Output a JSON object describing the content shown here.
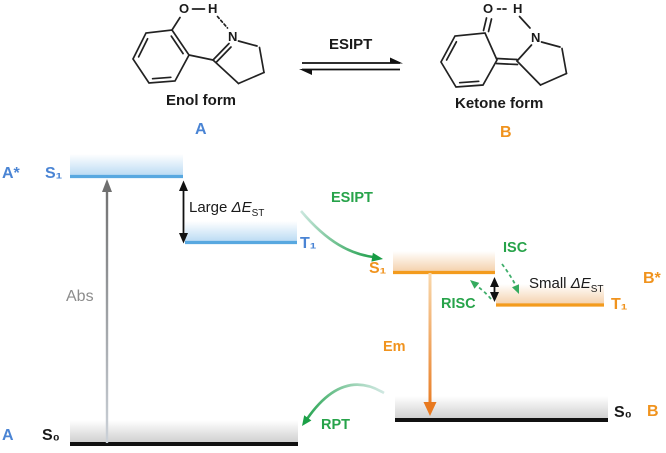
{
  "colors": {
    "blue": "#4a84d4",
    "blueLine": "#58a8e0",
    "orange": "#f0931e",
    "orangeLine": "#f39b1d",
    "green": "#27a34a",
    "gray": "#8c8c8c",
    "ink": "#1a1a1a"
  },
  "scheme": {
    "esipt_label": "ESIPT",
    "enol": {
      "name": "Enol form",
      "tag": "A",
      "o": "O",
      "h": "H",
      "n": "N"
    },
    "ketone": {
      "name": "Ketone form",
      "tag": "B",
      "o": "O",
      "h": "H",
      "n": "N"
    }
  },
  "diagram": {
    "labels": {
      "a_star": "A*",
      "s1_a": "S₁",
      "t1_a": "T₁",
      "s0_a": "S₀",
      "a_bottom": "A",
      "b_star": "B*",
      "s1_b": "S₁",
      "t1_b": "T₁",
      "s0_b": "S₀",
      "b_bottom": "B",
      "abs": "Abs",
      "em": "Em",
      "esipt": "ESIPT",
      "isc": "ISC",
      "risc": "RISC",
      "rpt": "RPT"
    },
    "gaps": {
      "large": {
        "prefix": "Large ",
        "symbol": "ΔE",
        "sub": "ST"
      },
      "small": {
        "prefix": "Small ",
        "symbol": "ΔE",
        "sub": "ST"
      }
    }
  }
}
